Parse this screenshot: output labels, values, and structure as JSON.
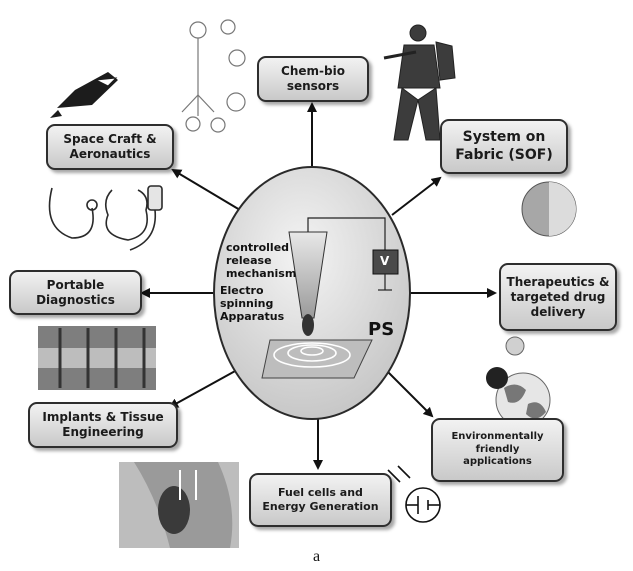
{
  "hub": {
    "label_controlled_release": "controlled\nrelease\nmechanism",
    "label_electrospinning": "Electro\nspinning\nApparatus",
    "voltage_label": "V",
    "power_supply_label": "PS"
  },
  "applications": {
    "chem_bio": "Chem-bio\nsensors",
    "spacecraft": "Space Craft &\nAeronautics",
    "sof": "System on\nFabric (SOF)",
    "diagnostics": "Portable\nDiagnostics",
    "therapeutics": "Therapeutics &\ntargeted drug\ndelivery",
    "implants": "Implants & Tissue\nEngineering",
    "environmental": "Environmentally\nfriendly\napplications",
    "fuel_cells": "Fuel cells and\nEnergy Generation"
  },
  "caption": "a"
}
